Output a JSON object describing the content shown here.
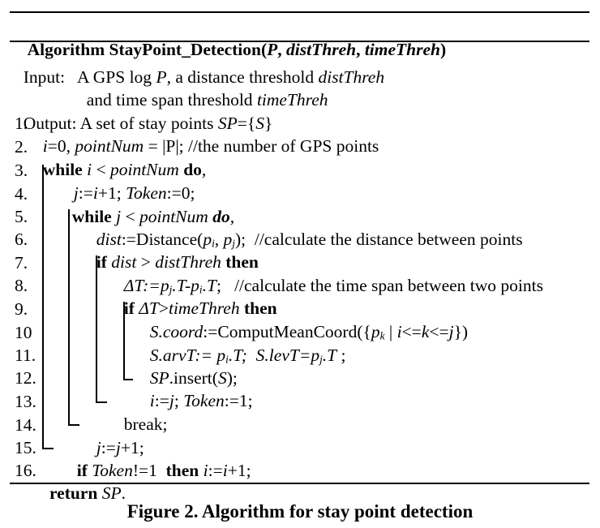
{
  "header": {
    "prefix": "Algorithm StayPoint_Detection(",
    "p": "P",
    "c1": ", ",
    "dist": "distThreh",
    "c2": ", ",
    "time": "timeThreh",
    "suffix": ")"
  },
  "input": {
    "l1a": "Input:   A GPS log ",
    "l1b": "P",
    "l1c": ", a distance threshold ",
    "l1d": "distThreh",
    "l2a": "and time span threshold ",
    "l2b": "timeThreh"
  },
  "output": {
    "a": "Output: A set of stay points ",
    "b": "SP",
    "c": "={",
    "d": "S",
    "e": "}"
  },
  "lines": {
    "l1": {
      "num": "1. ",
      "a": "i",
      "b": "=0, ",
      "c": "pointNum",
      "d": " = |P|; //the number of GPS points"
    },
    "l2": {
      "num": "2. ",
      "kw": "while ",
      "a": "i",
      "b": " < ",
      "c": "pointNum",
      "kw2": " do",
      "d": ","
    },
    "l3": {
      "num": "3.",
      "a": "j",
      "b": ":=",
      "c": "i",
      "d": "+1; ",
      "e": "Token",
      "f": ":=0;"
    },
    "l4": {
      "num": "4.",
      "kw": "while ",
      "a": "j",
      "b": " < ",
      "c": "pointNum",
      "kw2": " do",
      "d": ","
    },
    "l5": {
      "num": "5.",
      "a": "dist",
      "b": ":=Distance(",
      "c": "p",
      "cs": "i",
      "d": ", ",
      "e": "p",
      "es": "j",
      "f": ");  //calculate the distance between points"
    },
    "l6": {
      "num": "6.",
      "kw": "if ",
      "a": "dist",
      "b": " > ",
      "c": "distThreh",
      "kw2": " then"
    },
    "l7": {
      "num": "7.",
      "a": "ΔT",
      "b": ":=",
      "c": "p",
      "cs": "j",
      "d": ".T-",
      "e": "p",
      "es": "i",
      "f": ".T",
      "g": ";   //calculate the time span between two points"
    },
    "l8": {
      "num": "8.",
      "kw": "if ",
      "a": "ΔT",
      "b": ">",
      "c": "timeThreh",
      "kw2": " then"
    },
    "l9": {
      "num": "9.",
      "a": "S.coord",
      "b": ":=ComputMeanCoord({",
      "c": "p",
      "cs": "k",
      "d": " | ",
      "e": "i",
      "f": "<=",
      "g": "k",
      "h": "<=",
      "i": "j",
      "j": "})"
    },
    "l10": {
      "num": "10",
      "a": "S.arvT",
      "b": ":= ",
      "c": "p",
      "cs": "i",
      "d": ".T",
      "e": ";  ",
      "f": "S.levT",
      "g": "=",
      "h": "p",
      "hs": "j",
      "i": ".T",
      "j": " ;"
    },
    "l11": {
      "num": "11.",
      "a": "SP",
      "b": ".insert(",
      "c": "S",
      "d": ");"
    },
    "l12": {
      "num": "12.",
      "a": "i",
      "b": ":=",
      "c": "j",
      "d": "; ",
      "e": "Token",
      "f": ":=1;"
    },
    "l13": {
      "num": "13.",
      "a": "break;"
    },
    "l14": {
      "num": "14.",
      "a": "j",
      "b": ":=",
      "c": "j",
      "d": "+1;"
    },
    "l15": {
      "num": "15.",
      "kw": "if ",
      "a": "Token",
      "b": "!=1  ",
      "kw2": "then ",
      "c": "i",
      "d": ":=",
      "e": "i",
      "f": "+1;"
    },
    "l16": {
      "num": "16. ",
      "kw": "return ",
      "a": "SP",
      "b": "."
    }
  },
  "caption": "Figure 2. Algorithm for stay point detection"
}
